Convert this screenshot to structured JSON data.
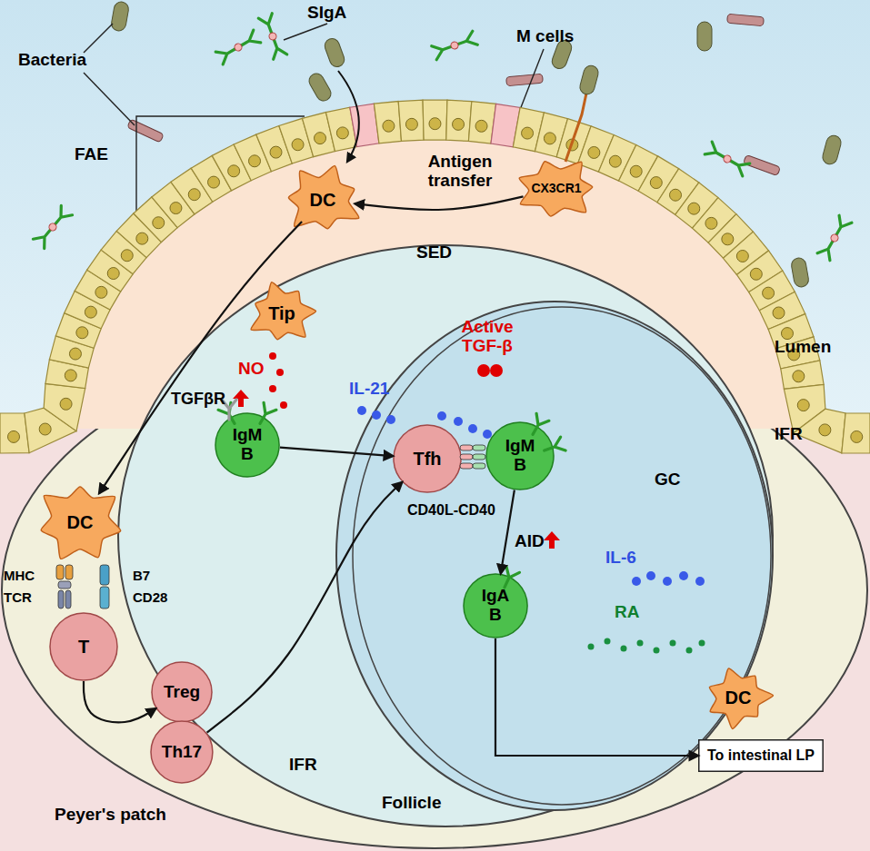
{
  "diagram": {
    "nodes": [
      {
        "text": [
          "Peyer's patch"
        ]
      },
      {
        "text": [
          "DC"
        ],
        "in": 0
      },
      {
        "text": [
          "CX3CR1"
        ],
        "in": 0
      },
      {
        "text": [
          "DC"
        ],
        "in": 0
      },
      {
        "text": [
          "T"
        ],
        "in": 0
      },
      {
        "text": [
          "Treg"
        ],
        "in": 0
      },
      {
        "text": [
          "Th17"
        ],
        "in": 0
      },
      {
        "text": [
          "Follicle"
        ],
        "in": 0
      },
      {
        "text": [
          "Tip"
        ],
        "in": 7
      },
      {
        "text": [
          "IgM B"
        ],
        "in": 7
      },
      {
        "text": [
          "GC"
        ],
        "in": 7
      },
      {
        "text": [
          "Tfh"
        ],
        "in": 10
      },
      {
        "text": [
          "IgM B"
        ],
        "in": 10
      },
      {
        "text": [
          "IgA B"
        ],
        "in": 10
      },
      {
        "text": [
          "DC"
        ],
        "in": 7
      },
      {
        "text": [
          "To intestinal LP"
        ]
      }
    ],
    "edges": [
      {
        "from": 1,
        "to": 3,
        "arrow": "to"
      },
      {
        "from": 2,
        "to": 1,
        "label": "Antigen transfer",
        "arrow": "to"
      },
      {
        "from": 4,
        "to": 5,
        "arrow": "to"
      },
      {
        "from": 6,
        "to": 11,
        "arrow": "to"
      },
      {
        "from": 9,
        "to": 11,
        "arrow": "to"
      },
      {
        "from": 12,
        "to": 13,
        "label": "AID",
        "arrow": "to"
      },
      {
        "from": 13,
        "to": 15,
        "arrow": "to"
      }
    ],
    "labels": [
      "Bacteria",
      "SIgA",
      "M cells",
      "FAE",
      "SED",
      "Lumen",
      "IFR",
      "IFR",
      "NO",
      "TGFβR",
      "Active TGF-β",
      "IL-21",
      "CD40L-CD40",
      "IL-6",
      "RA",
      "MHC",
      "TCR",
      "B7",
      "CD28"
    ]
  }
}
